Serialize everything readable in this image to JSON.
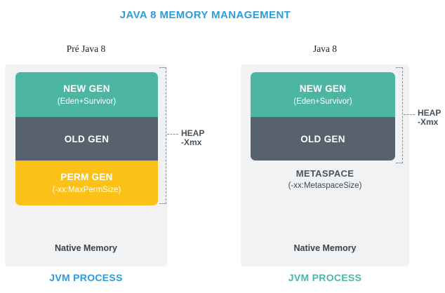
{
  "title": "JAVA 8 MEMORY MANAGEMENT",
  "colors": {
    "accent-blue": "#2D9CDB",
    "teal": "#4DB6A2",
    "slate": "#57626E",
    "amber": "#FBC116",
    "panel-bg": "#F1F2F4",
    "dash": "#8A9099",
    "heap-text": "#47515B",
    "dark-text": "#3A434B"
  },
  "left": {
    "label": "Pré Java 8",
    "blocks": [
      {
        "name": "NEW GEN",
        "sub": "(Eden+Survivor)"
      },
      {
        "name": "OLD GEN"
      },
      {
        "name": "PERM GEN",
        "sub": "(-xx:MaxPermSize)"
      }
    ],
    "heap_line1": "HEAP",
    "heap_line2": "-Xmx",
    "native_memory": "Native Memory",
    "footer": "JVM PROCESS"
  },
  "right": {
    "label": "Java 8",
    "blocks": [
      {
        "name": "NEW GEN",
        "sub": "(Eden+Survivor)"
      },
      {
        "name": "OLD GEN"
      }
    ],
    "metaspace": {
      "name": "METASPACE",
      "sub": "(-xx:MetaspaceSize)"
    },
    "heap_line1": "HEAP",
    "heap_line2": "-Xmx",
    "native_memory": "Native Memory",
    "footer": "JVM PROCESS"
  }
}
